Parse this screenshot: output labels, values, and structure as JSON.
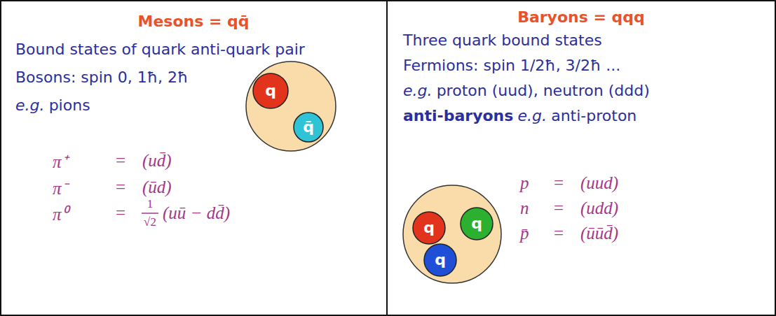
{
  "diagram": {
    "nodes": [
      {
        "text": [
          "Mesons = qq̄",
          "Bound states of quark anti-quark pair",
          "Bosons: spin 0, 1ħ, 2ħ",
          "e.g.",
          "pions",
          "π⁺",
          "=",
          "(ud̄)",
          "π⁻",
          "=",
          "(ūd)",
          "π⁰",
          "=",
          "1",
          "√2",
          "(uū − dd̄)"
        ]
      },
      {
        "text": [
          "q"
        ],
        "in": 0
      },
      {
        "text": [
          "q̄"
        ],
        "in": 0
      },
      {
        "text": [
          "Baryons = qqq",
          "Three quark bound states",
          "Fermions: spin 1/2ħ, 3/2ħ ...",
          "e.g.",
          "proton (uud), neutron (ddd)",
          "anti-baryons",
          "e.g.",
          "anti-proton",
          "p",
          "=",
          "(uud)",
          "n",
          "=",
          "(udd)",
          "p̄",
          "=",
          "(ūūd̄)"
        ]
      },
      {
        "text": [
          "q"
        ],
        "in": 3
      },
      {
        "text": [
          "q"
        ],
        "in": 3
      },
      {
        "text": [
          "q"
        ],
        "in": 3
      }
    ]
  }
}
